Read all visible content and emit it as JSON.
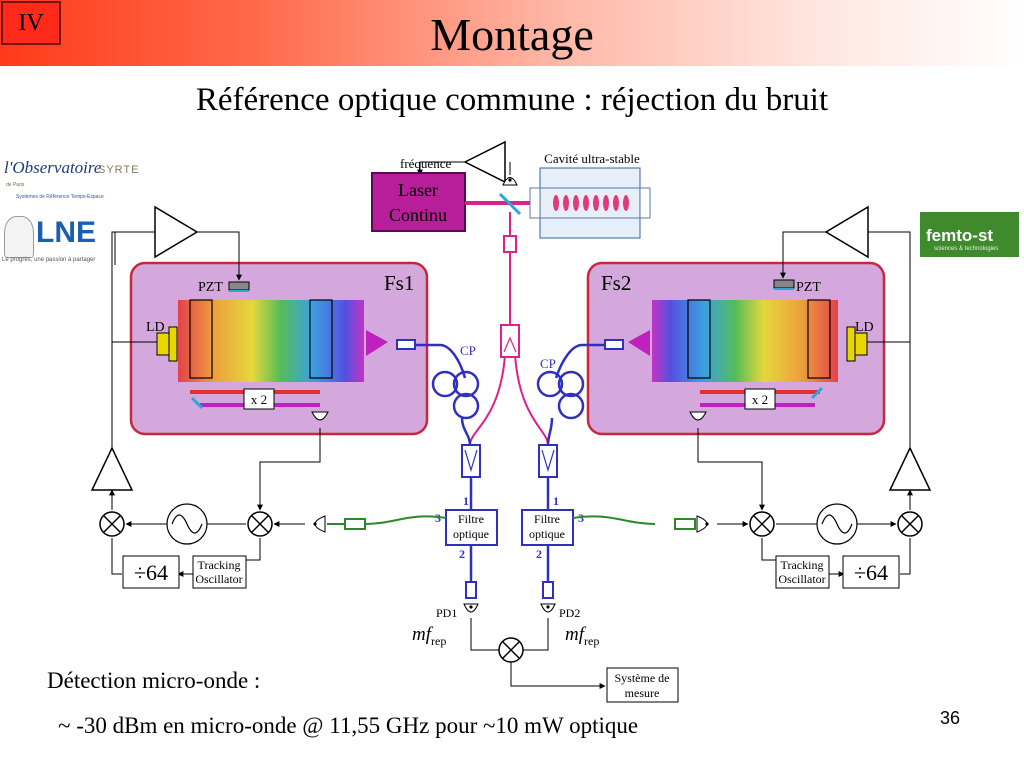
{
  "slide": {
    "section": "IV",
    "title": "Montage",
    "subtitle": "Référence optique commune : réjection du bruit",
    "page_number": "36"
  },
  "logos": {
    "observatoire": {
      "name": "l'Observatoire",
      "place": "de Paris",
      "lab": "SYRTE",
      "tagline": "Systèmes de Référence Temps-Espace"
    },
    "lne": {
      "name": "LNE",
      "tagline": "Le progrès, une passion à partager"
    },
    "femto": {
      "name": "femto-st",
      "tagline": "sciences & technologies"
    }
  },
  "diagram": {
    "frequence": "fréquence",
    "laser": [
      "Laser",
      "Continu"
    ],
    "cavity": "Cavité ultra-stable",
    "fs1": "Fs1",
    "fs2": "Fs2",
    "pzt": "PZT",
    "ld": "LD",
    "x2": "x 2",
    "cp": "CP",
    "filter": [
      "Filtre",
      "optique"
    ],
    "port1": "1",
    "port2": "2",
    "port3": "3",
    "pd1": "PD1",
    "pd2": "PD2",
    "mfrep_m": "mf",
    "mfrep_sub": "rep",
    "divider": "÷64",
    "tracking": [
      "Tracking",
      "Oscillator"
    ],
    "system": [
      "Système de",
      "mesure"
    ]
  },
  "text": {
    "detection": "Détection  micro-onde :",
    "noise": "~ -30 dBm en micro-onde @ 11,55 GHz pour ~10 mW optique"
  },
  "colors": {
    "fs_box_fill": "#d4a8dc",
    "fs_box_border": "#c8283c",
    "fiber_pink": "#e0208a",
    "fiber_blue": "#3030c0",
    "fiber_green": "#2a8a2a",
    "laser_fill": "#b81e9a"
  }
}
